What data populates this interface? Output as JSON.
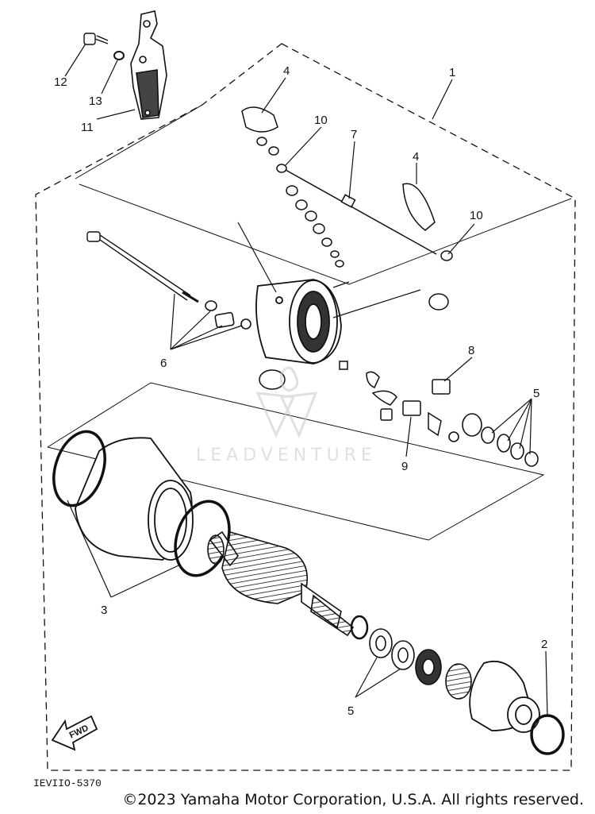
{
  "callouts": {
    "c1": "1",
    "c2": "2",
    "c3": "3",
    "c4a": "4",
    "c4b": "4",
    "c5a": "5",
    "c5b": "5",
    "c6": "6",
    "c7": "7",
    "c8": "8",
    "c9": "9",
    "c10a": "10",
    "c10b": "10",
    "c11": "11",
    "c12": "12",
    "c13": "13"
  },
  "fwd_label": "FWD",
  "diagram_code": "IEVIIO-5370",
  "watermark": "LEADVENTURE",
  "copyright": "©2023 Yamaha Motor Corporation, U.S.A. All rights reserved.",
  "colors": {
    "ink": "#111111",
    "watermark": "#c8c8c8",
    "background": "#ffffff"
  }
}
